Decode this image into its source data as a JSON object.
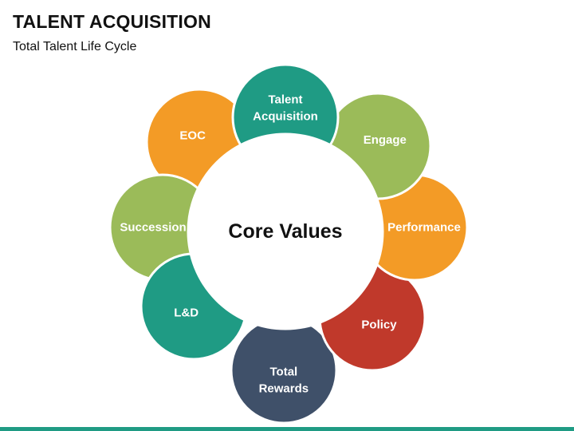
{
  "header": {
    "title": "TALENT ACQUISITION",
    "subtitle": "Total Talent Life Cycle"
  },
  "diagram": {
    "center_label": "Core Values",
    "petals": [
      {
        "id": "talent-acquisition",
        "lines": [
          "Talent",
          "Acquisition"
        ],
        "color": "#1f9b84"
      },
      {
        "id": "engage",
        "lines": [
          "Engage"
        ],
        "color": "#9bbb59"
      },
      {
        "id": "performance",
        "lines": [
          "Performance"
        ],
        "color": "#f39b26"
      },
      {
        "id": "policy",
        "lines": [
          "Policy"
        ],
        "color": "#c0392b"
      },
      {
        "id": "total-rewards",
        "lines": [
          "Total",
          "Rewards"
        ],
        "color": "#3f5069"
      },
      {
        "id": "l-and-d",
        "lines": [
          "L&D"
        ],
        "color": "#1f9b84"
      },
      {
        "id": "succession",
        "lines": [
          "Succession"
        ],
        "color": "#9bbb59"
      },
      {
        "id": "eoc",
        "lines": [
          "EOC"
        ],
        "color": "#f39b26"
      }
    ]
  },
  "colors": {
    "accent_bar": "#1f9b84",
    "center_fill": "#ffffff",
    "petal_text": "#ffffff",
    "center_text": "#111111"
  }
}
